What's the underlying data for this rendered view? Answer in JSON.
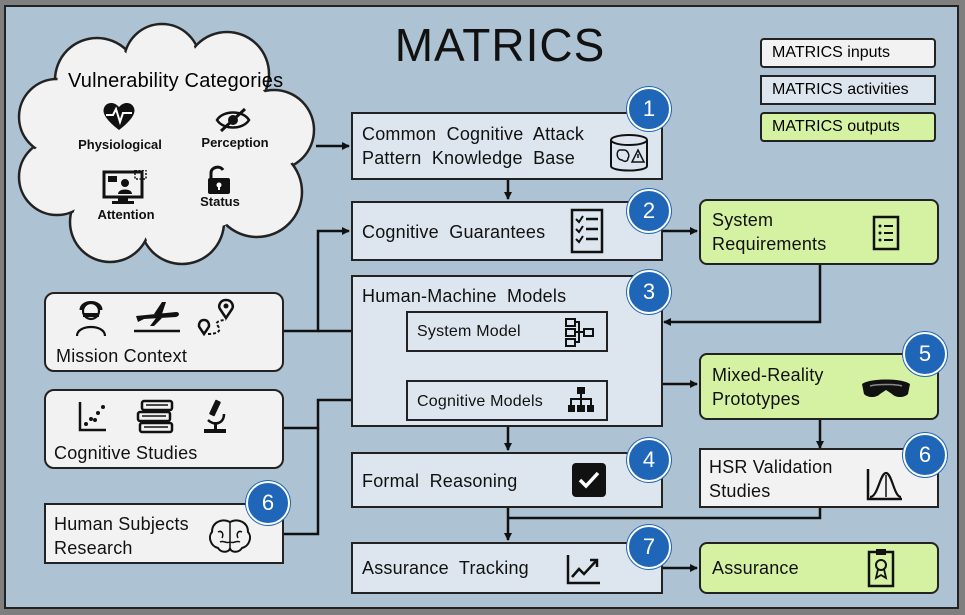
{
  "title": "MATRICS",
  "legend": {
    "inputs": "MATRICS inputs",
    "activities": "MATRICS activities",
    "outputs": "MATRICS outputs"
  },
  "vulnerability": {
    "heading": "Vulnerability Categories",
    "items": [
      "Physiological",
      "Perception",
      "Attention",
      "Status"
    ]
  },
  "inputs": {
    "mission_context": "Mission Context",
    "cognitive_studies": "Cognitive Studies",
    "human_subjects_research": "Human Subjects\nResearch"
  },
  "activities": {
    "knowledge_base": "Common  Cognitive  Attack\nPattern  Knowledge  Base",
    "cognitive_guarantees": "Cognitive  Guarantees",
    "human_machine_models": "Human-Machine  Models",
    "system_model": "System Model",
    "cognitive_models": "Cognitive Models",
    "formal_reasoning": "Formal  Reasoning",
    "assurance_tracking": "Assurance  Tracking"
  },
  "outputs": {
    "system_requirements": "System\nRequirements",
    "mixed_reality": "Mixed-Reality\nPrototypes",
    "hsr_validation": "HSR Validation\nStudies",
    "assurance": "Assurance"
  },
  "badges": {
    "kb": "1",
    "guarantees": "2",
    "models": "3",
    "formal": "4",
    "mixed": "5",
    "hsr": "6",
    "human": "6",
    "tracking": "7"
  },
  "colors": {
    "background": "#adc3d3",
    "input_fill": "#f2f2f2",
    "activity_fill": "#dde6ee",
    "output_fill": "#d5f2a2",
    "badge": "#1f66b8"
  }
}
